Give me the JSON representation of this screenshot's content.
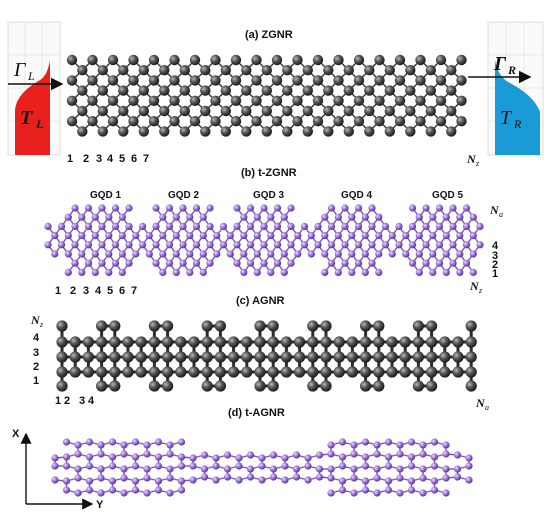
{
  "panels": {
    "a": {
      "title": "(a) ZGNR",
      "indices": [
        "1",
        "2",
        "3",
        "4",
        "5",
        "6",
        "7"
      ],
      "nz_label": "N",
      "nz_sub": "z"
    },
    "b": {
      "title": "(b) t-ZGNR",
      "gqds": [
        "GQD 1",
        "GQD 2",
        "GQD 3",
        "GQD 4",
        "GQD 5"
      ],
      "indices": [
        "1",
        "2",
        "3",
        "4",
        "5",
        "6",
        "7"
      ],
      "right_indices": [
        "4",
        "3",
        "2",
        "1"
      ],
      "na_label": "N",
      "na_sub": "a",
      "nz_label": "N",
      "nz_sub": "z"
    },
    "c": {
      "title": "(c) AGNR",
      "left_indices": [
        "4",
        "3",
        "2",
        "1"
      ],
      "bottom_indices": [
        "1",
        "2",
        "3",
        "4"
      ],
      "nz_label": "N",
      "nz_sub": "z",
      "na_label": "N",
      "na_sub": "a"
    },
    "d": {
      "title": "(d)  t-AGNR"
    }
  },
  "leads": {
    "left": {
      "gamma": "Γ",
      "gamma_sub": "L",
      "temp": "T",
      "temp_sub": "L",
      "color": "#e8211f"
    },
    "right": {
      "gamma": "Γ",
      "gamma_sub": "R",
      "temp": "T",
      "temp_sub": "R",
      "color": "#1a9bd7"
    }
  },
  "axes": {
    "x_label": "X",
    "y_label": "Y"
  },
  "colors": {
    "atom_gray": "#4a4a4a",
    "atom_purple": "#9b6fd6"
  }
}
